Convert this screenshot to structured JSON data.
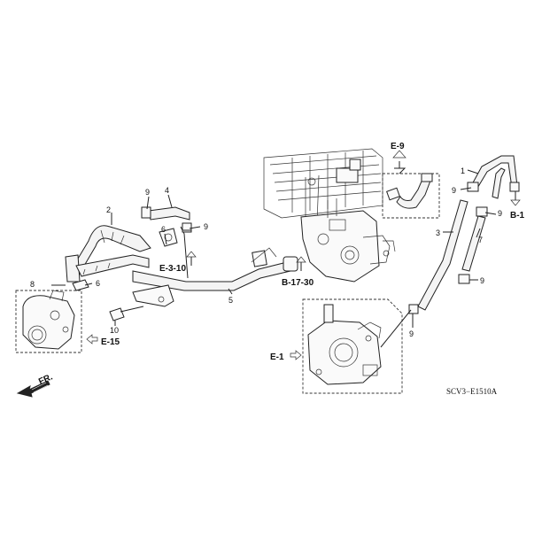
{
  "callouts": {
    "c1": "1",
    "c2": "2",
    "c3": "3",
    "c4": "4",
    "c5": "5",
    "c6a": "6",
    "c6b": "6",
    "c7": "7",
    "c8": "8",
    "c9a": "9",
    "c9b": "9",
    "c9c": "9",
    "c9d": "9",
    "c9e": "9",
    "c9f": "9",
    "c10": "10"
  },
  "references": {
    "e9": "E-9",
    "b1": "B-1",
    "e310": "E-3-10",
    "b1730": "B-17-30",
    "e15": "E-15",
    "e1": "E-1"
  },
  "front_label": "FR.",
  "diagram_code": "SCV3−E1510A"
}
